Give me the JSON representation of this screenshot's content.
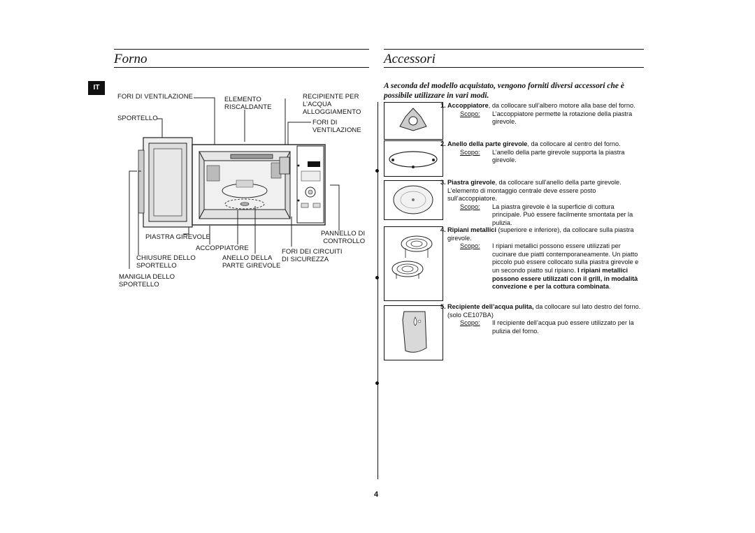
{
  "left": {
    "title": "Forno",
    "lang_tab": "IT",
    "labels": {
      "fori_vent_1": "FORI DI VENTILAZIONE",
      "elemento_1": "ELEMENTO",
      "elemento_2": "RISCALDANTE",
      "recipiente_1": "RECIPIENTE PER",
      "recipiente_2": "L’ACQUA",
      "recipiente_3": "ALLOGGIAMENTO",
      "sportello": "SPORTELLO",
      "fori_vent_2a": "FORI DI",
      "fori_vent_2b": "VENTILAZIONE",
      "piastra": "PIASTRA GIREVOLE",
      "pannello_1": "PANNELLO DI",
      "pannello_2": "CONTROLLO",
      "accoppiatore": "ACCOPPIATORE",
      "fori_circuiti_1": "FORI DEI CIRCUITI",
      "fori_circuiti_2": "DI SICUREZZA",
      "chiusure_1": "CHIUSURE DELLO",
      "chiusure_2": "SPORTELLO",
      "anello_1": "ANELLO DELLA",
      "anello_2": "PARTE GIREVOLE",
      "maniglia_1": "MANIGLIA DELLO",
      "maniglia_2": "SPORTELLO"
    }
  },
  "right": {
    "title": "Accessori",
    "intro": "A seconda del modello acquistato, vengono forniti diversi accessori che è possibile utilizzare in vari modi.",
    "scopo_label": "Scopo:",
    "items": [
      {
        "num": "1.",
        "name": "Accoppiatore",
        "desc": ", da collocare sull’albero motore alla base del forno.",
        "scopo": "L’accoppiatore permette la rotazione della piastra girevole."
      },
      {
        "num": "2.",
        "name": "Anello della parte girevole",
        "desc": ", da collocare al centro del forno.",
        "scopo": "L’anello della parte girevole supporta la piastra girevole."
      },
      {
        "num": "3.",
        "name": "Piastra girevole",
        "desc": ", da collocare sull’anello della parte girevole. L’elemento di montaggio centrale deve essere posto sull’accoppiatore.",
        "scopo": "La piastra girevole è la superficie di cottura principale. Può essere facilmente smontata per la pulizia."
      },
      {
        "num": "4.",
        "name": "Ripiani metallici",
        "desc": " (superiore e inferiore), da collocare sulla piastra girevole.",
        "scopo": "I ripiani metallici possono essere utilizzati per cucinare due piatti contemporaneamente. Un piatto piccolo può essere collocato sulla piastra girevole e un secondo piatto sul ripiano. ",
        "scopo_bold": "I ripiani metallici possono essere utilizzati con il grill, in modalità convezione e per la cottura combinata",
        "scopo_end": "."
      },
      {
        "num": "5.",
        "name": "Recipiente dell’acqua pulita,",
        "desc": " da collocare sul lato destro del forno. (solo CE107BA)",
        "scopo": "Il recipiente dell’acqua può essere utilizzato per la pulizia del forno."
      }
    ]
  },
  "page_number": "4"
}
